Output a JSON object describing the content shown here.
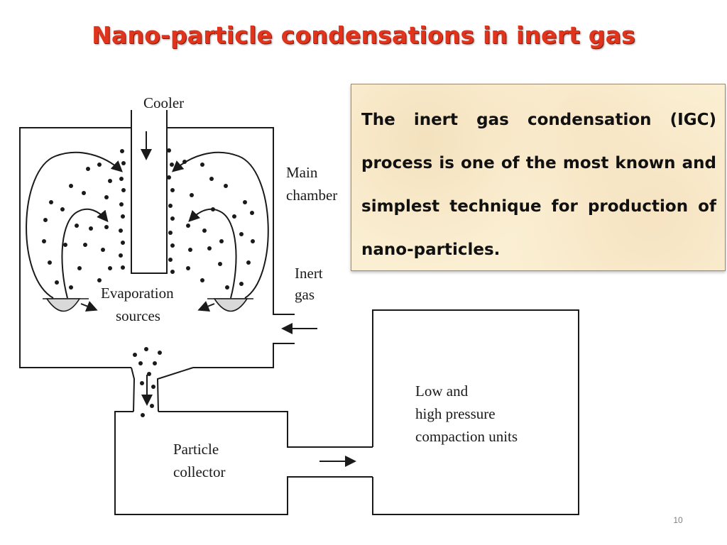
{
  "slide": {
    "title": "Nano-particle  condensations in inert gas",
    "number": "10"
  },
  "diagram": {
    "labels": {
      "cooler": "Cooler",
      "main_chamber_line1": "Main",
      "main_chamber_line2": "chamber",
      "inert_gas_line1": "Inert",
      "inert_gas_line2": "gas",
      "evaporation_line1": "Evaporation",
      "evaporation_line2": "sources",
      "compaction_line1": "Low and",
      "compaction_line2": "high pressure",
      "compaction_line3": "compaction units",
      "collector_line1": "Particle",
      "collector_line2": "collector"
    }
  },
  "text_box": {
    "body": "The inert gas condensation (IGC) process is one of the most known and simplest technique for production of nano-particles."
  },
  "colors": {
    "title": "#e0341c",
    "text_box_background": "#fbefd3",
    "line": "#1a1a1a"
  }
}
